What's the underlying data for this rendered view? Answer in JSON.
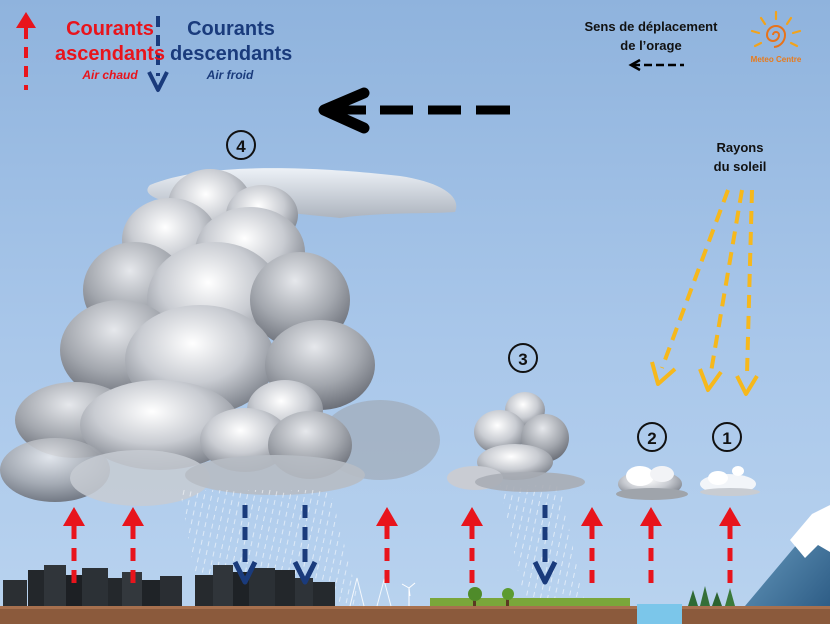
{
  "legend": {
    "up_title": "Courants ascendants",
    "up_title_line1": "Courants",
    "up_title_line2": "ascendants",
    "up_sub": "Air chaud",
    "up_color": "#e8141c",
    "down_title_line1": "Courants",
    "down_title_line2": "descendants",
    "down_sub": "Air froid",
    "down_color": "#1a3b7c"
  },
  "direction": {
    "line1": "Sens de déplacement",
    "line2": "de l’orage"
  },
  "sun_rays": {
    "line1": "Rayons",
    "line2": "du soleil",
    "color": "#f6b81c"
  },
  "stages": [
    "1",
    "2",
    "3",
    "4"
  ],
  "logo": {
    "text": "Meteo Centre",
    "icon": "sun-spiral-icon",
    "color": "#f2a31b"
  },
  "icons": [
    "up-arrow-icon",
    "down-arrow-icon",
    "movement-arrow-icon",
    "sun-ray-arrow-icon",
    "cloud-icon",
    "city-icon",
    "tree-icon",
    "mountain-icon",
    "wind-turbine-icon",
    "pylon-icon",
    "lake-icon"
  ]
}
